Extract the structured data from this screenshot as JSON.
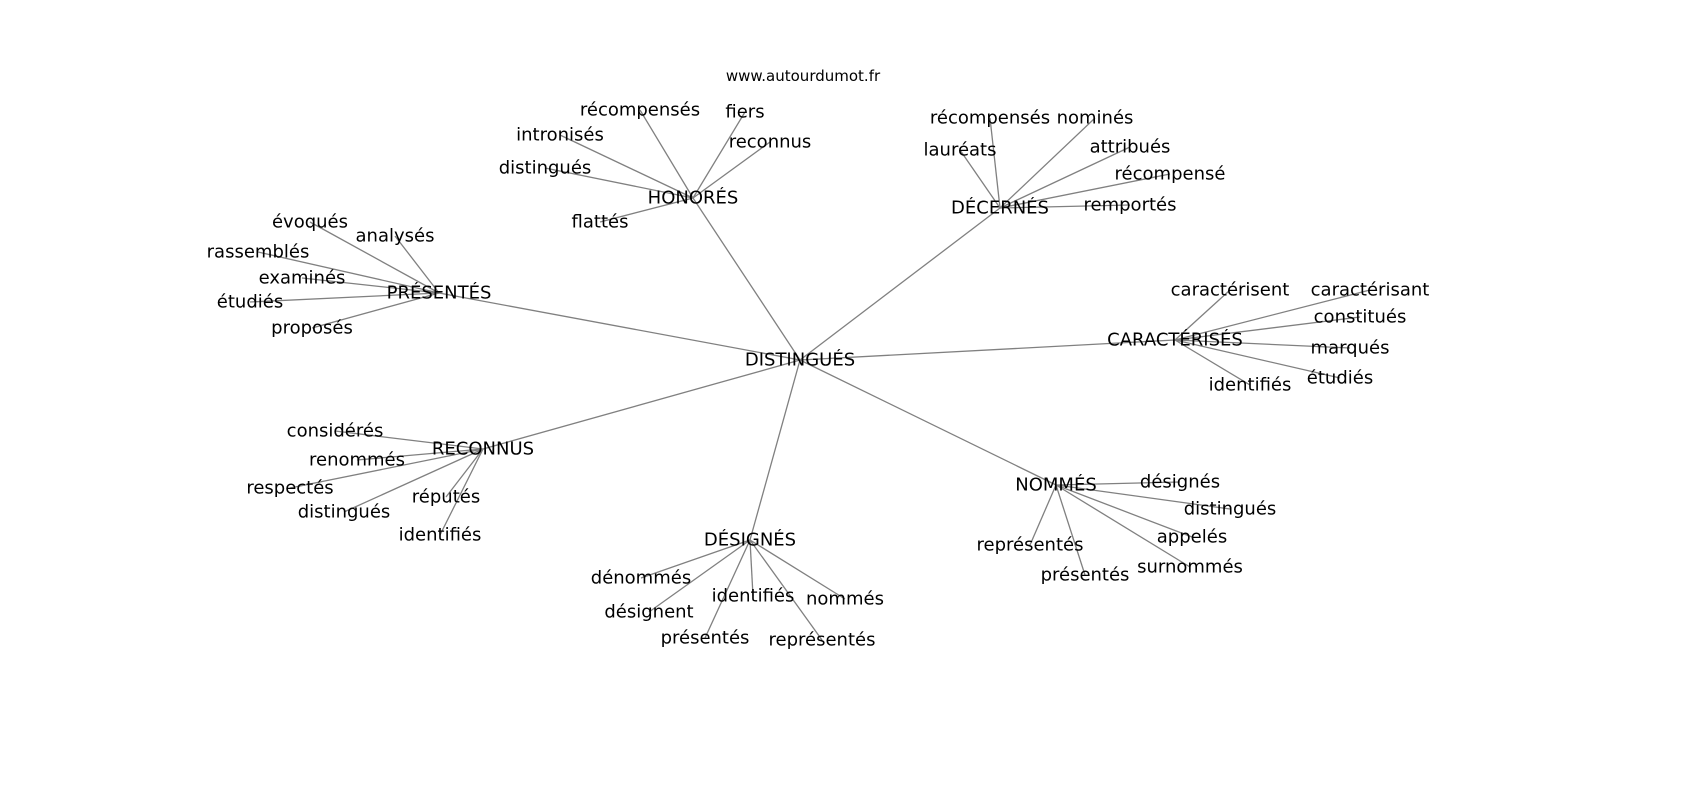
{
  "title": "www.autourdumot.fr",
  "graph": {
    "center": "DISTINGUÉS",
    "clusters": [
      {
        "label": "HONORÉS",
        "children": [
          "fiers",
          "reconnus",
          "récompensés",
          "intronisés",
          "distingués",
          "flattés"
        ]
      },
      {
        "label": "DÉCERNÉS",
        "children": [
          "récompensés",
          "nominés",
          "lauréats",
          "attribués",
          "récompensé",
          "remportés"
        ]
      },
      {
        "label": "PRÉSENTÉS",
        "children": [
          "évoqués",
          "analysés",
          "rassemblés",
          "examinés",
          "étudiés",
          "proposés"
        ]
      },
      {
        "label": "CARACTÉRISÉS",
        "children": [
          "caractérisent",
          "caractérisant",
          "constitués",
          "marqués",
          "étudiés",
          "identifiés"
        ]
      },
      {
        "label": "RECONNUS",
        "children": [
          "considérés",
          "renommés",
          "respectés",
          "distingués",
          "réputés",
          "identifiés"
        ]
      },
      {
        "label": "NOMMÉS",
        "children": [
          "désignés",
          "distingués",
          "appelés",
          "représentés",
          "présentés",
          "surnommés"
        ]
      },
      {
        "label": "DÉSIGNÉS",
        "children": [
          "dénommés",
          "désignent",
          "identifiés",
          "nommés",
          "présentés",
          "représentés"
        ]
      }
    ],
    "edge_color": "#808080"
  }
}
